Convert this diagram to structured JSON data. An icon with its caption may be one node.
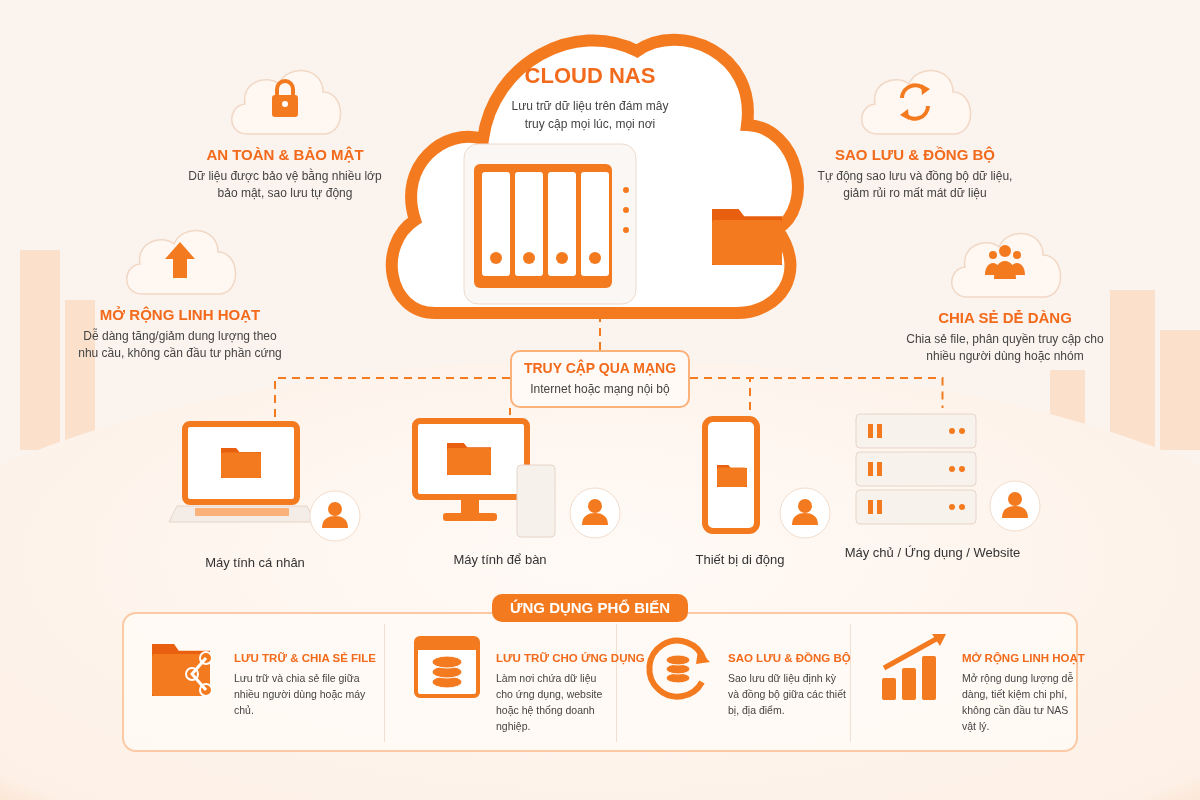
{
  "diagram": {
    "nodes": [
      {
        "text": [
          "CLOUD NAS",
          "Lưu trữ dữ liệu trên đám mây truy cập mọi lúc, mọi nơi"
        ]
      },
      {
        "text": [
          "AN TOÀN & BẢO MẬT",
          "Dữ liệu được bảo vệ bằng nhiều lớp bảo mật, sao lưu tự động"
        ]
      },
      {
        "text": [
          "MỞ RỘNG LINH HOẠT",
          "Dễ dàng tăng/giảm dung lượng theo nhu cầu, không cần đầu tư phần cứng"
        ]
      },
      {
        "text": [
          "SAO LƯU & ĐỒNG BỘ",
          "Tự động sao lưu và đồng bộ dữ liệu, giảm rủi ro mất mát dữ liệu"
        ]
      },
      {
        "text": [
          "CHIA SẺ DỄ DÀNG",
          "Chia sẻ file, phân quyền truy cập cho nhiều người dùng hoặc nhóm"
        ]
      },
      {
        "text": [
          "TRUY CẬP QUA MẠNG",
          "Internet hoặc mạng nội bộ"
        ]
      },
      {
        "text": [
          "Máy tính cá nhân"
        ]
      },
      {
        "text": [
          "Máy tính để bàn"
        ]
      },
      {
        "text": [
          "Thiết bị di động"
        ]
      },
      {
        "text": [
          "Máy chủ / Ứng dụng / Website"
        ]
      },
      {
        "text": [
          "ỨNG DỤNG PHỔ BIẾN"
        ]
      },
      {
        "text": [
          "LƯU TRỮ & CHIA SẺ FILE",
          "Lưu trữ và chia sẻ file giữa nhiều người dùng hoặc máy chủ."
        ],
        "in": 10
      },
      {
        "text": [
          "LƯU TRỮ CHO ỨNG DỤNG",
          "Làm nơi chứa dữ liệu cho ứng dụng, website hoặc hệ thống doanh nghiệp."
        ],
        "in": 10
      },
      {
        "text": [
          "SAO LƯU & ĐỒNG BỘ",
          "Sao lưu dữ liệu định kỳ và đồng bộ giữa các thiết bị, địa điểm."
        ],
        "in": 10
      },
      {
        "text": [
          "MỞ RỘNG LINH HOẠT",
          "Mở rộng dung lượng dễ dàng, tiết kiệm chi phí, không cần đầu tư NAS vật lý."
        ],
        "in": 10
      }
    ],
    "edges": [
      {
        "from": 5,
        "to": 0,
        "arrow": "none",
        "style": "dashed"
      },
      {
        "from": 5,
        "to": 6,
        "arrow": "none",
        "style": "dashed"
      },
      {
        "from": 5,
        "to": 7,
        "arrow": "none",
        "style": "dashed"
      },
      {
        "from": 5,
        "to": 8,
        "arrow": "none",
        "style": "dashed"
      },
      {
        "from": 5,
        "to": 9,
        "arrow": "none",
        "style": "dashed"
      }
    ]
  }
}
